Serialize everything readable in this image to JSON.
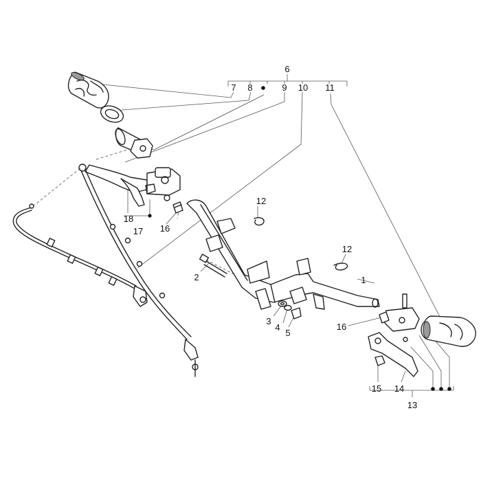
{
  "labels": {
    "l1": "1",
    "l2": "2",
    "l3": "3",
    "l4": "4",
    "l5": "5",
    "l6": "6",
    "l7": "7",
    "l8": "8",
    "l9": "9",
    "l10": "10",
    "l11": "11",
    "l12a": "12",
    "l12b": "12",
    "l13": "13",
    "l14": "14",
    "l15": "15",
    "l16a": "16",
    "l16b": "16",
    "l17": "17",
    "l18": "18"
  },
  "colors": {
    "ink": "#222222",
    "label": "#111111",
    "background": "#ffffff"
  }
}
